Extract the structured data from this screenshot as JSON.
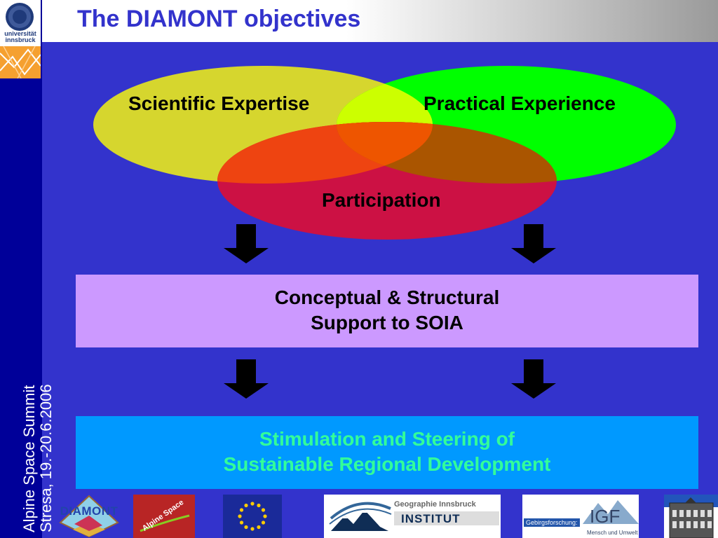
{
  "title": "The DIAMONT objectives",
  "sidebar": {
    "university": "universität innsbruck",
    "line1": "Alpine Space Summit",
    "line2": "Stresa, 19.-20.6.2006"
  },
  "venn": {
    "left_label": "Scientific Expertise",
    "right_label": "Practical Experience",
    "bottom_label": "Participation",
    "colors": {
      "left": "#d6d62e",
      "right": "#00ff00",
      "bottom": "#cc1144",
      "overlap": "#ee5511"
    }
  },
  "box1": {
    "line1": "Conceptual & Structural",
    "line2": "Support to SOIA",
    "color": "#cc99ff"
  },
  "box2": {
    "line1": "Stimulation and Steering of",
    "line2": "Sustainable Regional Development",
    "color": "#0099ff",
    "text_color": "#33ff99"
  },
  "logos": {
    "diamont": "DIAMONT",
    "alpine_space": "Alpine Space",
    "eu": "eu-flag-icon",
    "institut_top": "Geographie Innsbruck",
    "institut_main": "INSTITUT",
    "igf_left": "Gebirgsforschung:",
    "igf_main": "IGF",
    "igf_sub": "Mensch und Umwelt",
    "building": "building-icon"
  }
}
